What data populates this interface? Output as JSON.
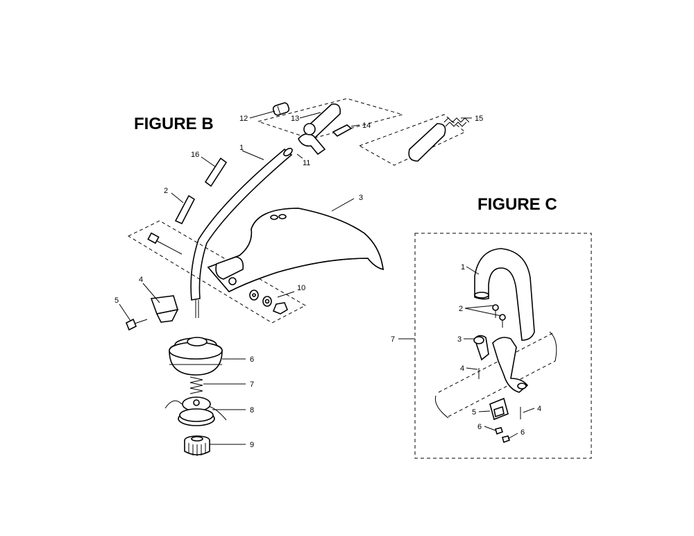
{
  "figures": {
    "b": {
      "title": "FIGURE B",
      "callouts": [
        "1",
        "2",
        "3",
        "4",
        "5",
        "6",
        "7",
        "8",
        "9",
        "10",
        "11",
        "12",
        "13",
        "14",
        "15",
        "16"
      ]
    },
    "c": {
      "title": "FIGURE C",
      "callouts": [
        "1",
        "2",
        "3",
        "4",
        "4",
        "5",
        "6",
        "6",
        "7"
      ]
    }
  },
  "colors": {
    "line": "#000000",
    "background": "#ffffff",
    "guard_dots": "#000000"
  }
}
